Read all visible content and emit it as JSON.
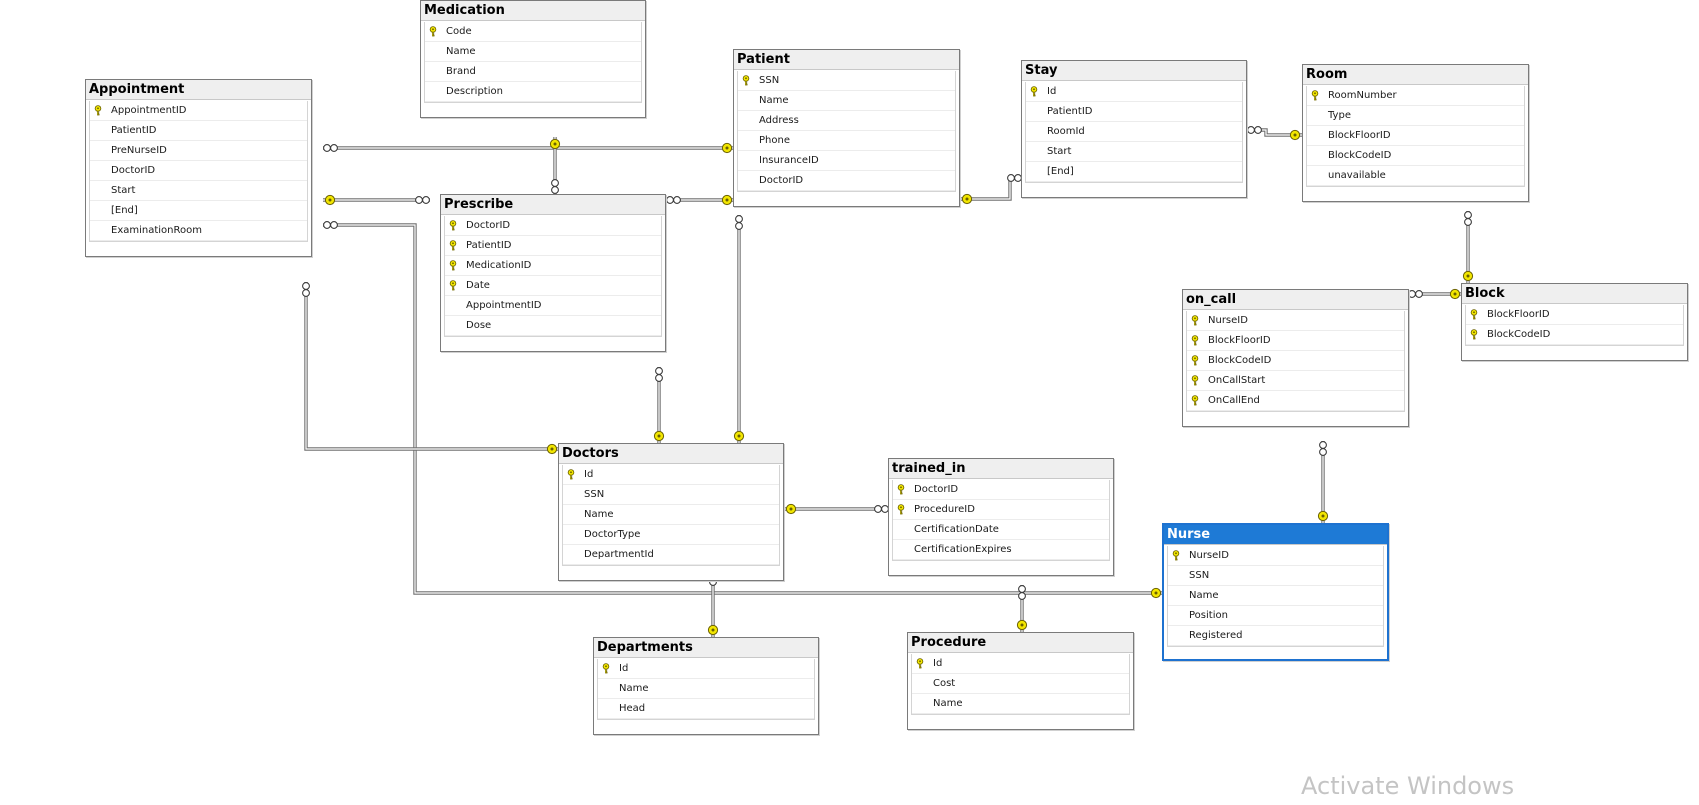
{
  "diagram": {
    "tables": [
      {
        "id": "appointment",
        "name": "Appointment",
        "columns": [
          {
            "name": "AppointmentID",
            "pk": true
          },
          {
            "name": "PatientID",
            "pk": false
          },
          {
            "name": "PreNurseID",
            "pk": false
          },
          {
            "name": "DoctorID",
            "pk": false
          },
          {
            "name": "Start",
            "pk": false
          },
          {
            "name": "[End]",
            "pk": false
          },
          {
            "name": "ExaminationRoom",
            "pk": false
          }
        ]
      },
      {
        "id": "medication",
        "name": "Medication",
        "columns": [
          {
            "name": "Code",
            "pk": true
          },
          {
            "name": "Name",
            "pk": false
          },
          {
            "name": "Brand",
            "pk": false
          },
          {
            "name": "Description",
            "pk": false
          }
        ]
      },
      {
        "id": "patient",
        "name": "Patient",
        "columns": [
          {
            "name": "SSN",
            "pk": true
          },
          {
            "name": "Name",
            "pk": false
          },
          {
            "name": "Address",
            "pk": false
          },
          {
            "name": "Phone",
            "pk": false
          },
          {
            "name": "InsuranceID",
            "pk": false
          },
          {
            "name": "DoctorID",
            "pk": false
          }
        ]
      },
      {
        "id": "stay",
        "name": "Stay",
        "columns": [
          {
            "name": "Id",
            "pk": true
          },
          {
            "name": "PatientID",
            "pk": false
          },
          {
            "name": "RoomId",
            "pk": false
          },
          {
            "name": "Start",
            "pk": false
          },
          {
            "name": "[End]",
            "pk": false
          }
        ]
      },
      {
        "id": "room",
        "name": "Room",
        "columns": [
          {
            "name": "RoomNumber",
            "pk": true
          },
          {
            "name": "Type",
            "pk": false
          },
          {
            "name": "BlockFloorID",
            "pk": false
          },
          {
            "name": "BlockCodeID",
            "pk": false
          },
          {
            "name": "unavailable",
            "pk": false
          }
        ]
      },
      {
        "id": "prescribe",
        "name": "Prescribe",
        "columns": [
          {
            "name": "DoctorID",
            "pk": true
          },
          {
            "name": "PatientID",
            "pk": true
          },
          {
            "name": "MedicationID",
            "pk": true
          },
          {
            "name": "Date",
            "pk": true
          },
          {
            "name": "AppointmentID",
            "pk": false
          },
          {
            "name": "Dose",
            "pk": false
          }
        ]
      },
      {
        "id": "on_call",
        "name": "on_call",
        "columns": [
          {
            "name": "NurseID",
            "pk": true
          },
          {
            "name": "BlockFloorID",
            "pk": true
          },
          {
            "name": "BlockCodeID",
            "pk": true
          },
          {
            "name": "OnCallStart",
            "pk": true
          },
          {
            "name": "OnCallEnd",
            "pk": true
          }
        ]
      },
      {
        "id": "block",
        "name": "Block",
        "columns": [
          {
            "name": "BlockFloorID",
            "pk": true
          },
          {
            "name": "BlockCodeID",
            "pk": true
          }
        ]
      },
      {
        "id": "doctors",
        "name": "Doctors",
        "columns": [
          {
            "name": "Id",
            "pk": true
          },
          {
            "name": "SSN",
            "pk": false
          },
          {
            "name": "Name",
            "pk": false
          },
          {
            "name": "DoctorType",
            "pk": false
          },
          {
            "name": "DepartmentId",
            "pk": false
          }
        ]
      },
      {
        "id": "trained_in",
        "name": "trained_in",
        "columns": [
          {
            "name": "DoctorID",
            "pk": true
          },
          {
            "name": "ProcedureID",
            "pk": true
          },
          {
            "name": "CertificationDate",
            "pk": false
          },
          {
            "name": "CertificationExpires",
            "pk": false
          }
        ]
      },
      {
        "id": "nurse",
        "name": "Nurse",
        "selected": true,
        "columns": [
          {
            "name": "NurseID",
            "pk": true
          },
          {
            "name": "SSN",
            "pk": false
          },
          {
            "name": "Name",
            "pk": false
          },
          {
            "name": "Position",
            "pk": false
          },
          {
            "name": "Registered",
            "pk": false
          }
        ]
      },
      {
        "id": "departments",
        "name": "Departments",
        "columns": [
          {
            "name": "Id",
            "pk": true
          },
          {
            "name": "Name",
            "pk": false
          },
          {
            "name": "Head",
            "pk": false
          }
        ]
      },
      {
        "id": "procedure",
        "name": "Procedure",
        "columns": [
          {
            "name": "Id",
            "pk": true
          },
          {
            "name": "Cost",
            "pk": false
          },
          {
            "name": "Name",
            "pk": false
          }
        ]
      }
    ],
    "relationships": [
      {
        "many": "appointment",
        "one": "patient"
      },
      {
        "many": "prescribe",
        "one": "appointment"
      },
      {
        "many": "appointment",
        "one": "nurse"
      },
      {
        "many": "appointment",
        "one": "doctors"
      },
      {
        "many": "prescribe",
        "one": "medication"
      },
      {
        "many": "prescribe",
        "one": "patient"
      },
      {
        "many": "prescribe",
        "one": "doctors"
      },
      {
        "many": "patient",
        "one": "doctors"
      },
      {
        "many": "stay",
        "one": "patient"
      },
      {
        "many": "stay",
        "one": "room"
      },
      {
        "many": "room",
        "one": "block"
      },
      {
        "many": "on_call",
        "one": "block"
      },
      {
        "many": "on_call",
        "one": "nurse"
      },
      {
        "many": "trained_in",
        "one": "doctors"
      },
      {
        "many": "trained_in",
        "one": "procedure"
      },
      {
        "many": "doctors",
        "one": "departments"
      }
    ],
    "colors": {
      "key_fill": "#f2e600",
      "key_stroke": "#6b6100",
      "line": "#707070",
      "selected_title": "#1e7ad6"
    },
    "icons": {
      "primary_key": "key-icon",
      "one_end": "key-icon",
      "many_end": "infinity-icon"
    }
  },
  "watermark": {
    "text": "Activate Windows"
  }
}
